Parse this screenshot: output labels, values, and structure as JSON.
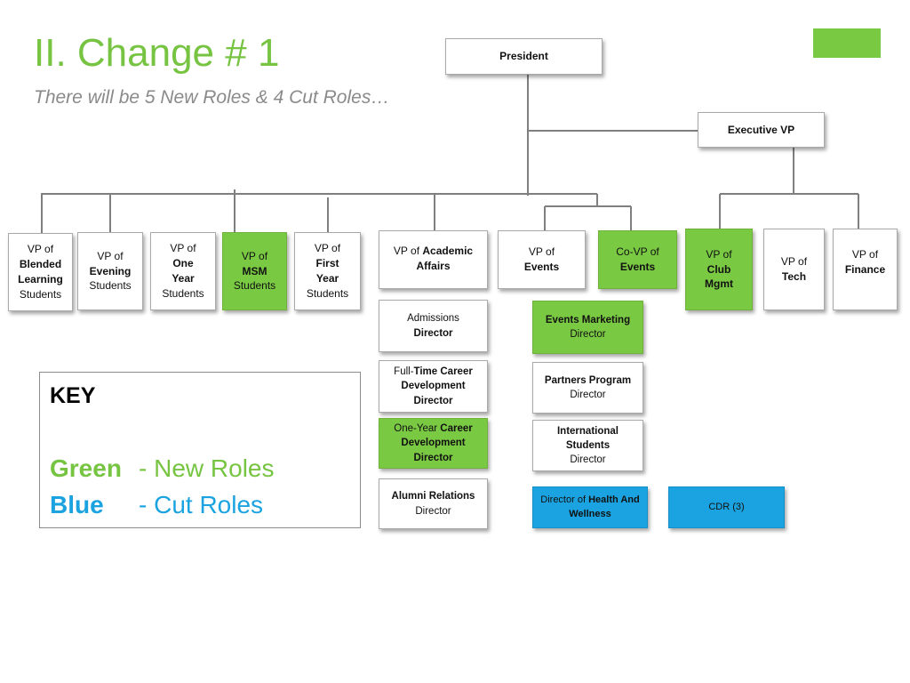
{
  "title": "II. Change # 1",
  "subtitle": "There will be 5 New Roles & 4 Cut Roles…",
  "colors": {
    "new": "#7ac943",
    "cut": "#1aa3e0",
    "title": "#76c442",
    "accent": "#7ac943"
  },
  "org": {
    "president": "President",
    "executive_vp": "Executive VP",
    "vps": [
      {
        "pre": "VP of",
        "bold": "Blended Learning",
        "post": "Students"
      },
      {
        "pre": "VP of",
        "bold": "Evening",
        "post": "Students"
      },
      {
        "pre": "VP of",
        "bold": "One Year",
        "post": "Students"
      },
      {
        "pre": "VP of",
        "bold": "MSM",
        "post": "Students"
      },
      {
        "pre": "VP of",
        "bold": "First Year",
        "post": "Students"
      },
      {
        "pre": "VP of",
        "bold": "Academic Affairs"
      },
      {
        "pre": "VP of",
        "bold": "Events"
      },
      {
        "pre": "Co-VP of",
        "bold": "Events"
      },
      {
        "pre": "VP of",
        "bold": "Club Mgmt"
      },
      {
        "pre": "VP of",
        "bold": "Tech"
      },
      {
        "pre": "VP of",
        "bold": "Finance"
      }
    ],
    "academic_column": [
      {
        "pre": "Admissions",
        "bold": "Director"
      },
      {
        "pre": "Full-",
        "bold": "Time Career Development Director"
      },
      {
        "pre": "One-Year",
        "bold": "Career Development Director"
      },
      {
        "bold": "Alumni Relations",
        "post": "Director"
      }
    ],
    "events_column": [
      {
        "bold": "Events Marketing",
        "post": "Director"
      },
      {
        "bold": "Partners Program",
        "post": "Director"
      },
      {
        "bold": "International Students",
        "post": "Director"
      }
    ],
    "health": {
      "pre": "Director of",
      "bold": "Health And Wellness"
    },
    "cdr": "CDR (3)"
  },
  "key": {
    "title": "KEY",
    "green_word": "Green",
    "green_label": "- New Roles",
    "blue_word": "Blue",
    "blue_label": "- Cut Roles"
  }
}
